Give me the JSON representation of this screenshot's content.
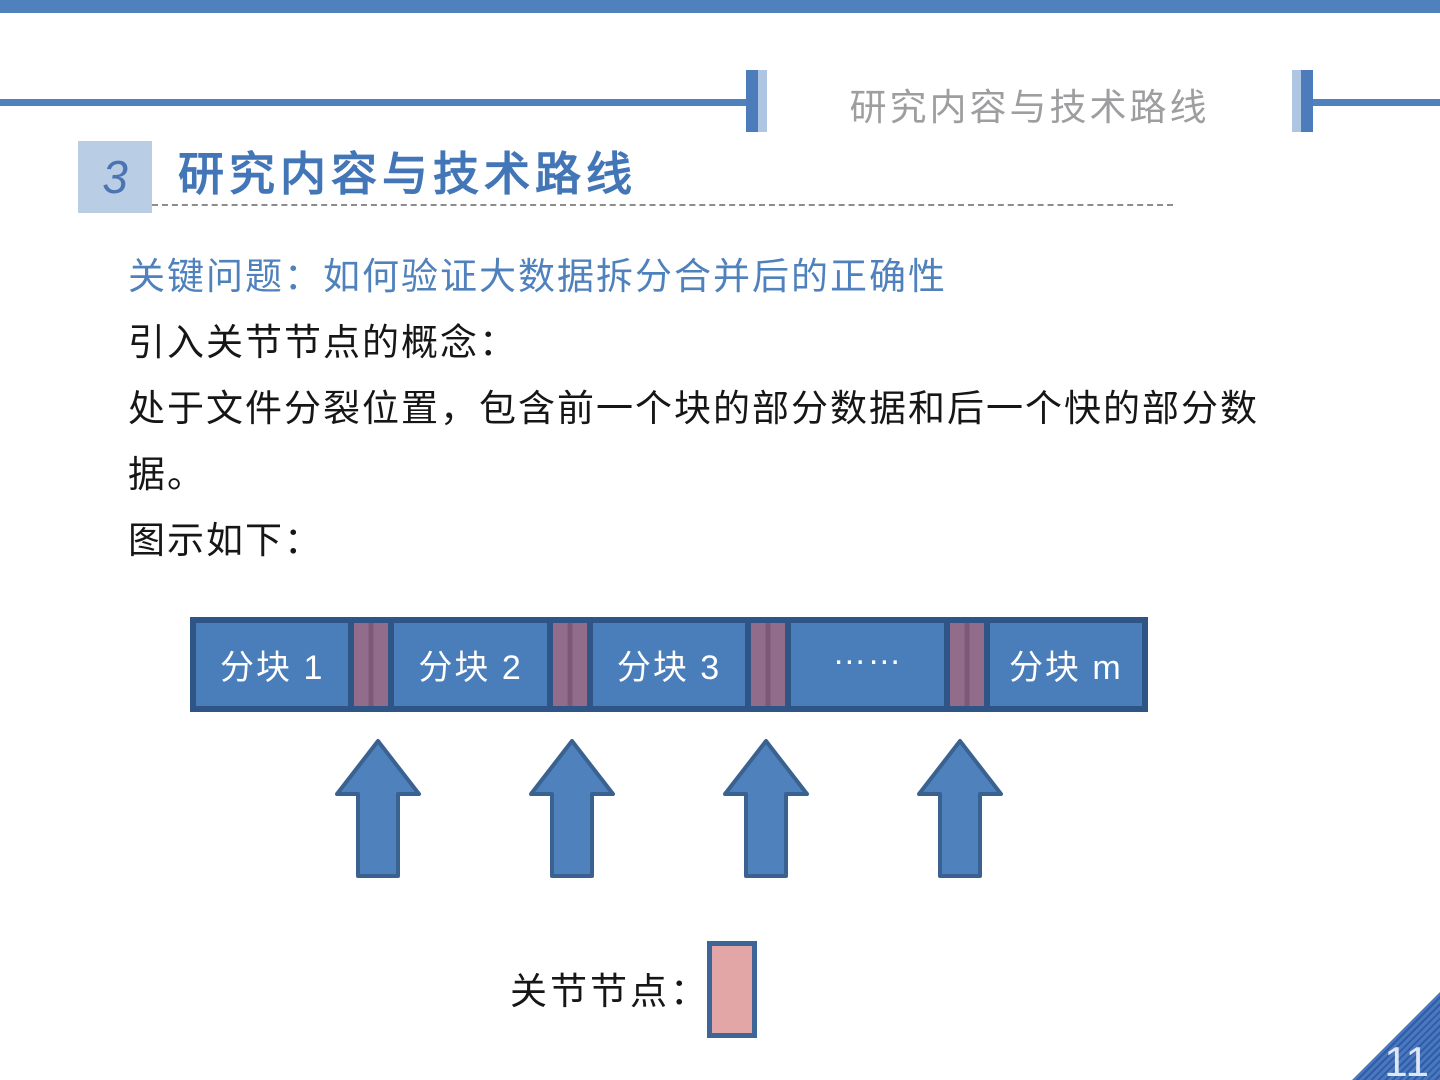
{
  "header": {
    "running_title": "研究内容与技术路线"
  },
  "section": {
    "number": "3",
    "title": "研究内容与技术路线"
  },
  "content": {
    "key_question": "关键问题：如何验证大数据拆分合并后的正确性",
    "lines": [
      "引入关节节点的概念：",
      "处于文件分裂位置，包含前一个块的部分数据和后一个快的部分数",
      "据。",
      "图示如下："
    ]
  },
  "diagram": {
    "blocks": [
      "分块 1",
      "分块 2",
      "分块 3",
      "……",
      "分块 m"
    ],
    "joint_count": 4,
    "arrow_count": 4,
    "legend_label": "关节节点：",
    "colors": {
      "block_fill": "#4a7ebb",
      "bar_border": "#2f5587",
      "joint_fill": "#926d8b",
      "arrow_fill": "#4f81bd",
      "arrow_border": "#3a6291",
      "legend_swatch_fill": "#e2a6a7",
      "legend_swatch_border": "#3e6598"
    }
  },
  "page": {
    "number": "11"
  },
  "theme": {
    "accent_blue": "#4f81bd",
    "light_blue": "#b9cde5",
    "title_blue": "#4376b6",
    "gray_text": "#9e9ea0"
  }
}
